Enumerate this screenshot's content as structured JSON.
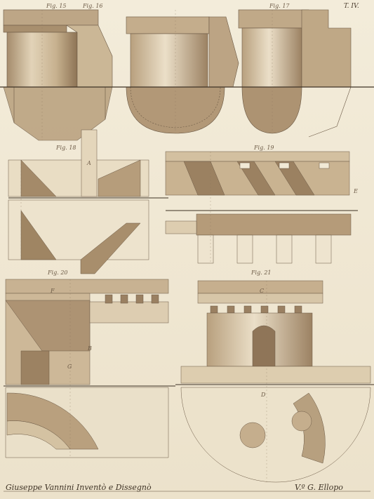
{
  "plate": {
    "plate_number": "T. IV.",
    "signature_left": "Giuseppe Vannini Inventò e Dissegnò",
    "signature_right": "V.º G. Ellopo",
    "figure_labels": [
      "Fig. 15",
      "Fig. 16",
      "Fig. 17",
      "Fig. 18",
      "Fig. 19",
      "Fig. 20",
      "Fig. 21"
    ],
    "letters": [
      "A",
      "B",
      "C",
      "D",
      "E",
      "F",
      "G"
    ]
  },
  "colors": {
    "paper": "#f1e9d6",
    "ink": "#5a4a38",
    "wash_light": "#d9c7a8",
    "wash_mid": "#b9a07d",
    "wash_dark": "#8f7558",
    "red_ink": "#c0504a"
  }
}
